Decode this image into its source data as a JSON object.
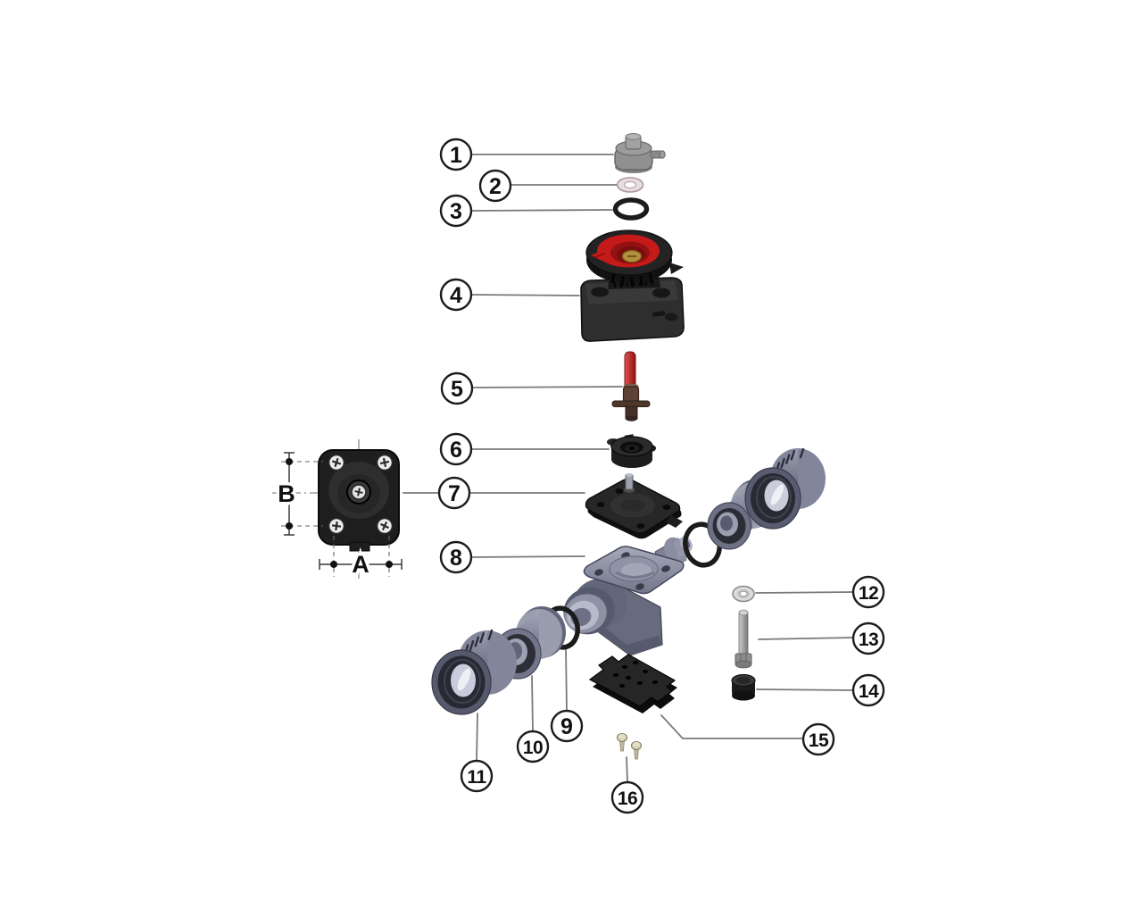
{
  "figure": {
    "type": "exploded-parts-diagram",
    "background": "#ffffff",
    "callouts": [
      {
        "label": "1",
        "part": "vent-cap"
      },
      {
        "label": "2",
        "part": "washer"
      },
      {
        "label": "3",
        "part": "o-ring"
      },
      {
        "label": "4",
        "part": "handwheel-bonnet"
      },
      {
        "label": "5",
        "part": "stem"
      },
      {
        "label": "6",
        "part": "compressor"
      },
      {
        "label": "7",
        "part": "diaphragm"
      },
      {
        "label": "8",
        "part": "valve-body"
      },
      {
        "label": "9",
        "part": "o-ring"
      },
      {
        "label": "10",
        "part": "end-connector"
      },
      {
        "label": "11",
        "part": "union-nut"
      },
      {
        "label": "12",
        "part": "washer"
      },
      {
        "label": "13",
        "part": "bolt"
      },
      {
        "label": "14",
        "part": "protection-cap"
      },
      {
        "label": "15",
        "part": "mounting-plate"
      },
      {
        "label": "16",
        "part": "screws"
      }
    ],
    "dimension_labels": {
      "horizontal": "A",
      "vertical": "B"
    },
    "colors": {
      "handle_red": "#c51a1a",
      "brass": "#b3903f",
      "body_gray": "#8a8da0",
      "black_part": "#242424",
      "metal_gray": "#9a9a9a",
      "screw_beige": "#d8d2b6",
      "leader_gray": "#7a7a7a"
    }
  }
}
